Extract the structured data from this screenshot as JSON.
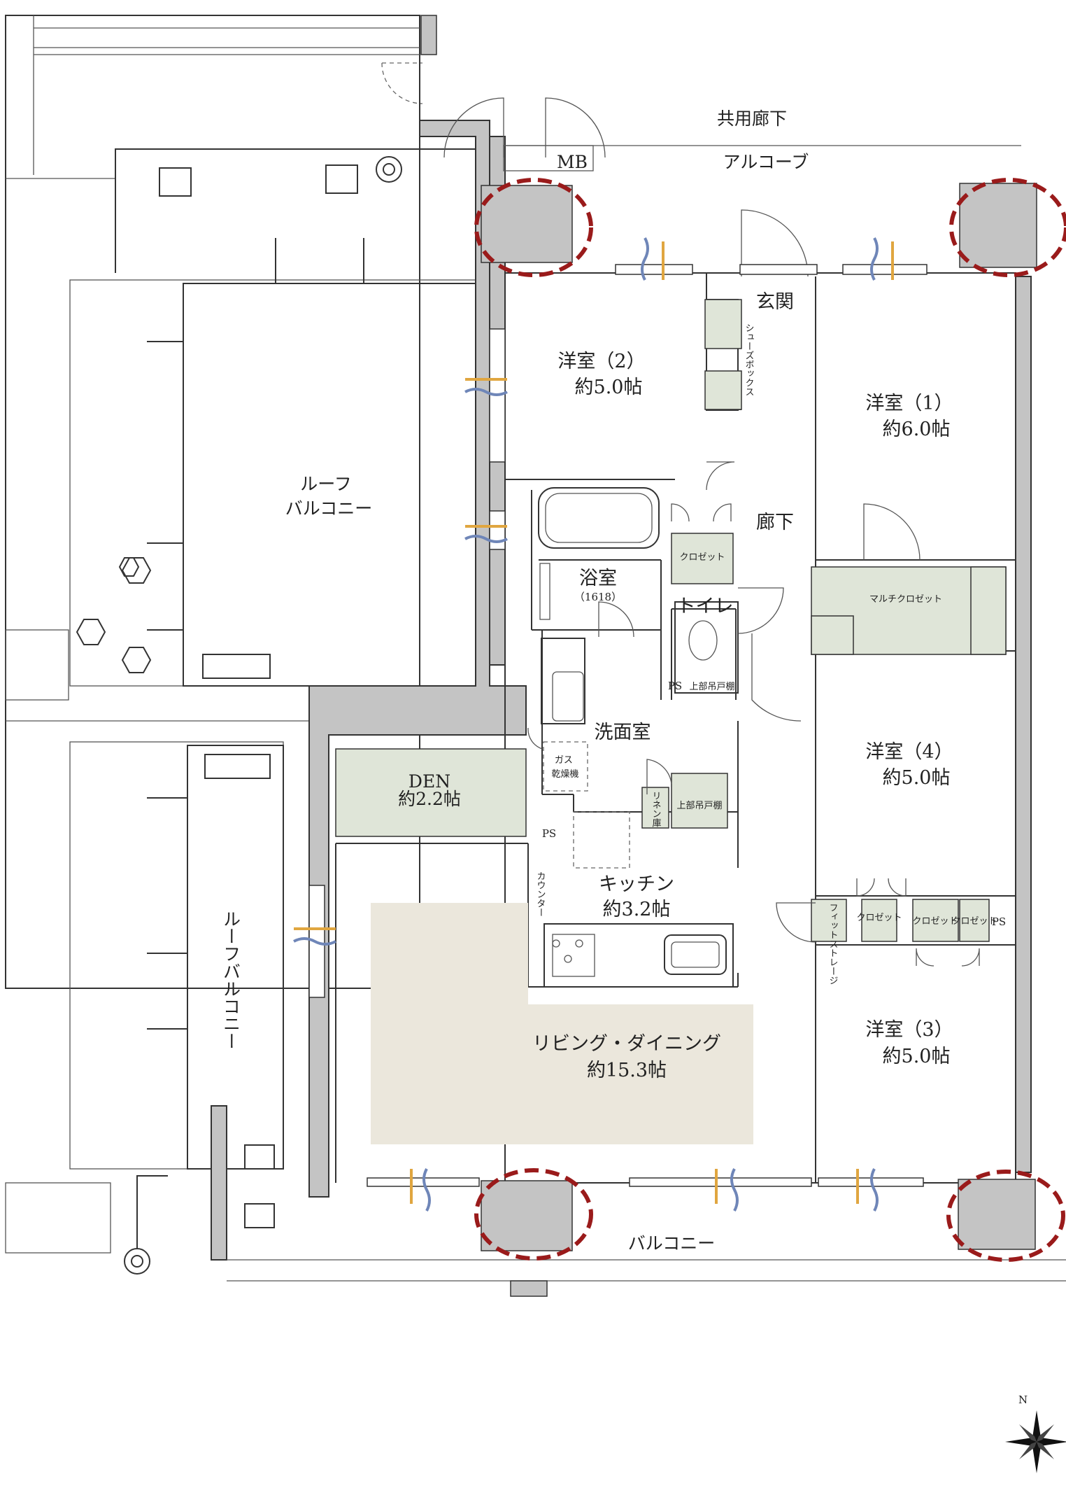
{
  "labels": {
    "corridor_common": "共用廊下",
    "alcove": "アルコーブ",
    "mb": "MB",
    "entrance": "玄関",
    "shoe_box": "シューズボックス",
    "room2_name": "洋室（2）",
    "room2_size": "約5.0帖",
    "room1_name": "洋室（1）",
    "room1_size": "約6.0帖",
    "roof_balcony_top": "ルーフ\nバルコニー",
    "roof_balcony_side": "ルーフバルコニー",
    "hallway": "廊下",
    "closet": "クロゼット",
    "bathroom_name": "浴室",
    "bathroom_size": "（1618）",
    "toilet": "トイレ",
    "multi_closet": "マルチクロゼット",
    "ps": "PS",
    "upper_cabinet": "上部吊戸棚",
    "washroom": "洗面室",
    "gas_dryer": "ガス\n乾燥機",
    "linen": "リネン庫",
    "room4_name": "洋室（4）",
    "room4_size": "約5.0帖",
    "den_name": "DEN",
    "den_size": "約2.2帖",
    "kitchen_name": "キッチン",
    "kitchen_size": "約3.2帖",
    "counter": "カウンター",
    "fit_storage": "フィットストレージ",
    "ldk_name": "リビング・ダイニング",
    "ldk_size": "約15.3帖",
    "room3_name": "洋室（3）",
    "room3_size": "約5.0帖",
    "balcony": "バルコニー",
    "north": "N"
  },
  "colors": {
    "wall": "#c4c4c4",
    "storage": "#dfe5d8",
    "living_floor": "#ebe7dc",
    "column_highlight": "#9a1b1b",
    "airflow_blue": "#6f86b8",
    "airflow_orange": "#e0a640"
  }
}
